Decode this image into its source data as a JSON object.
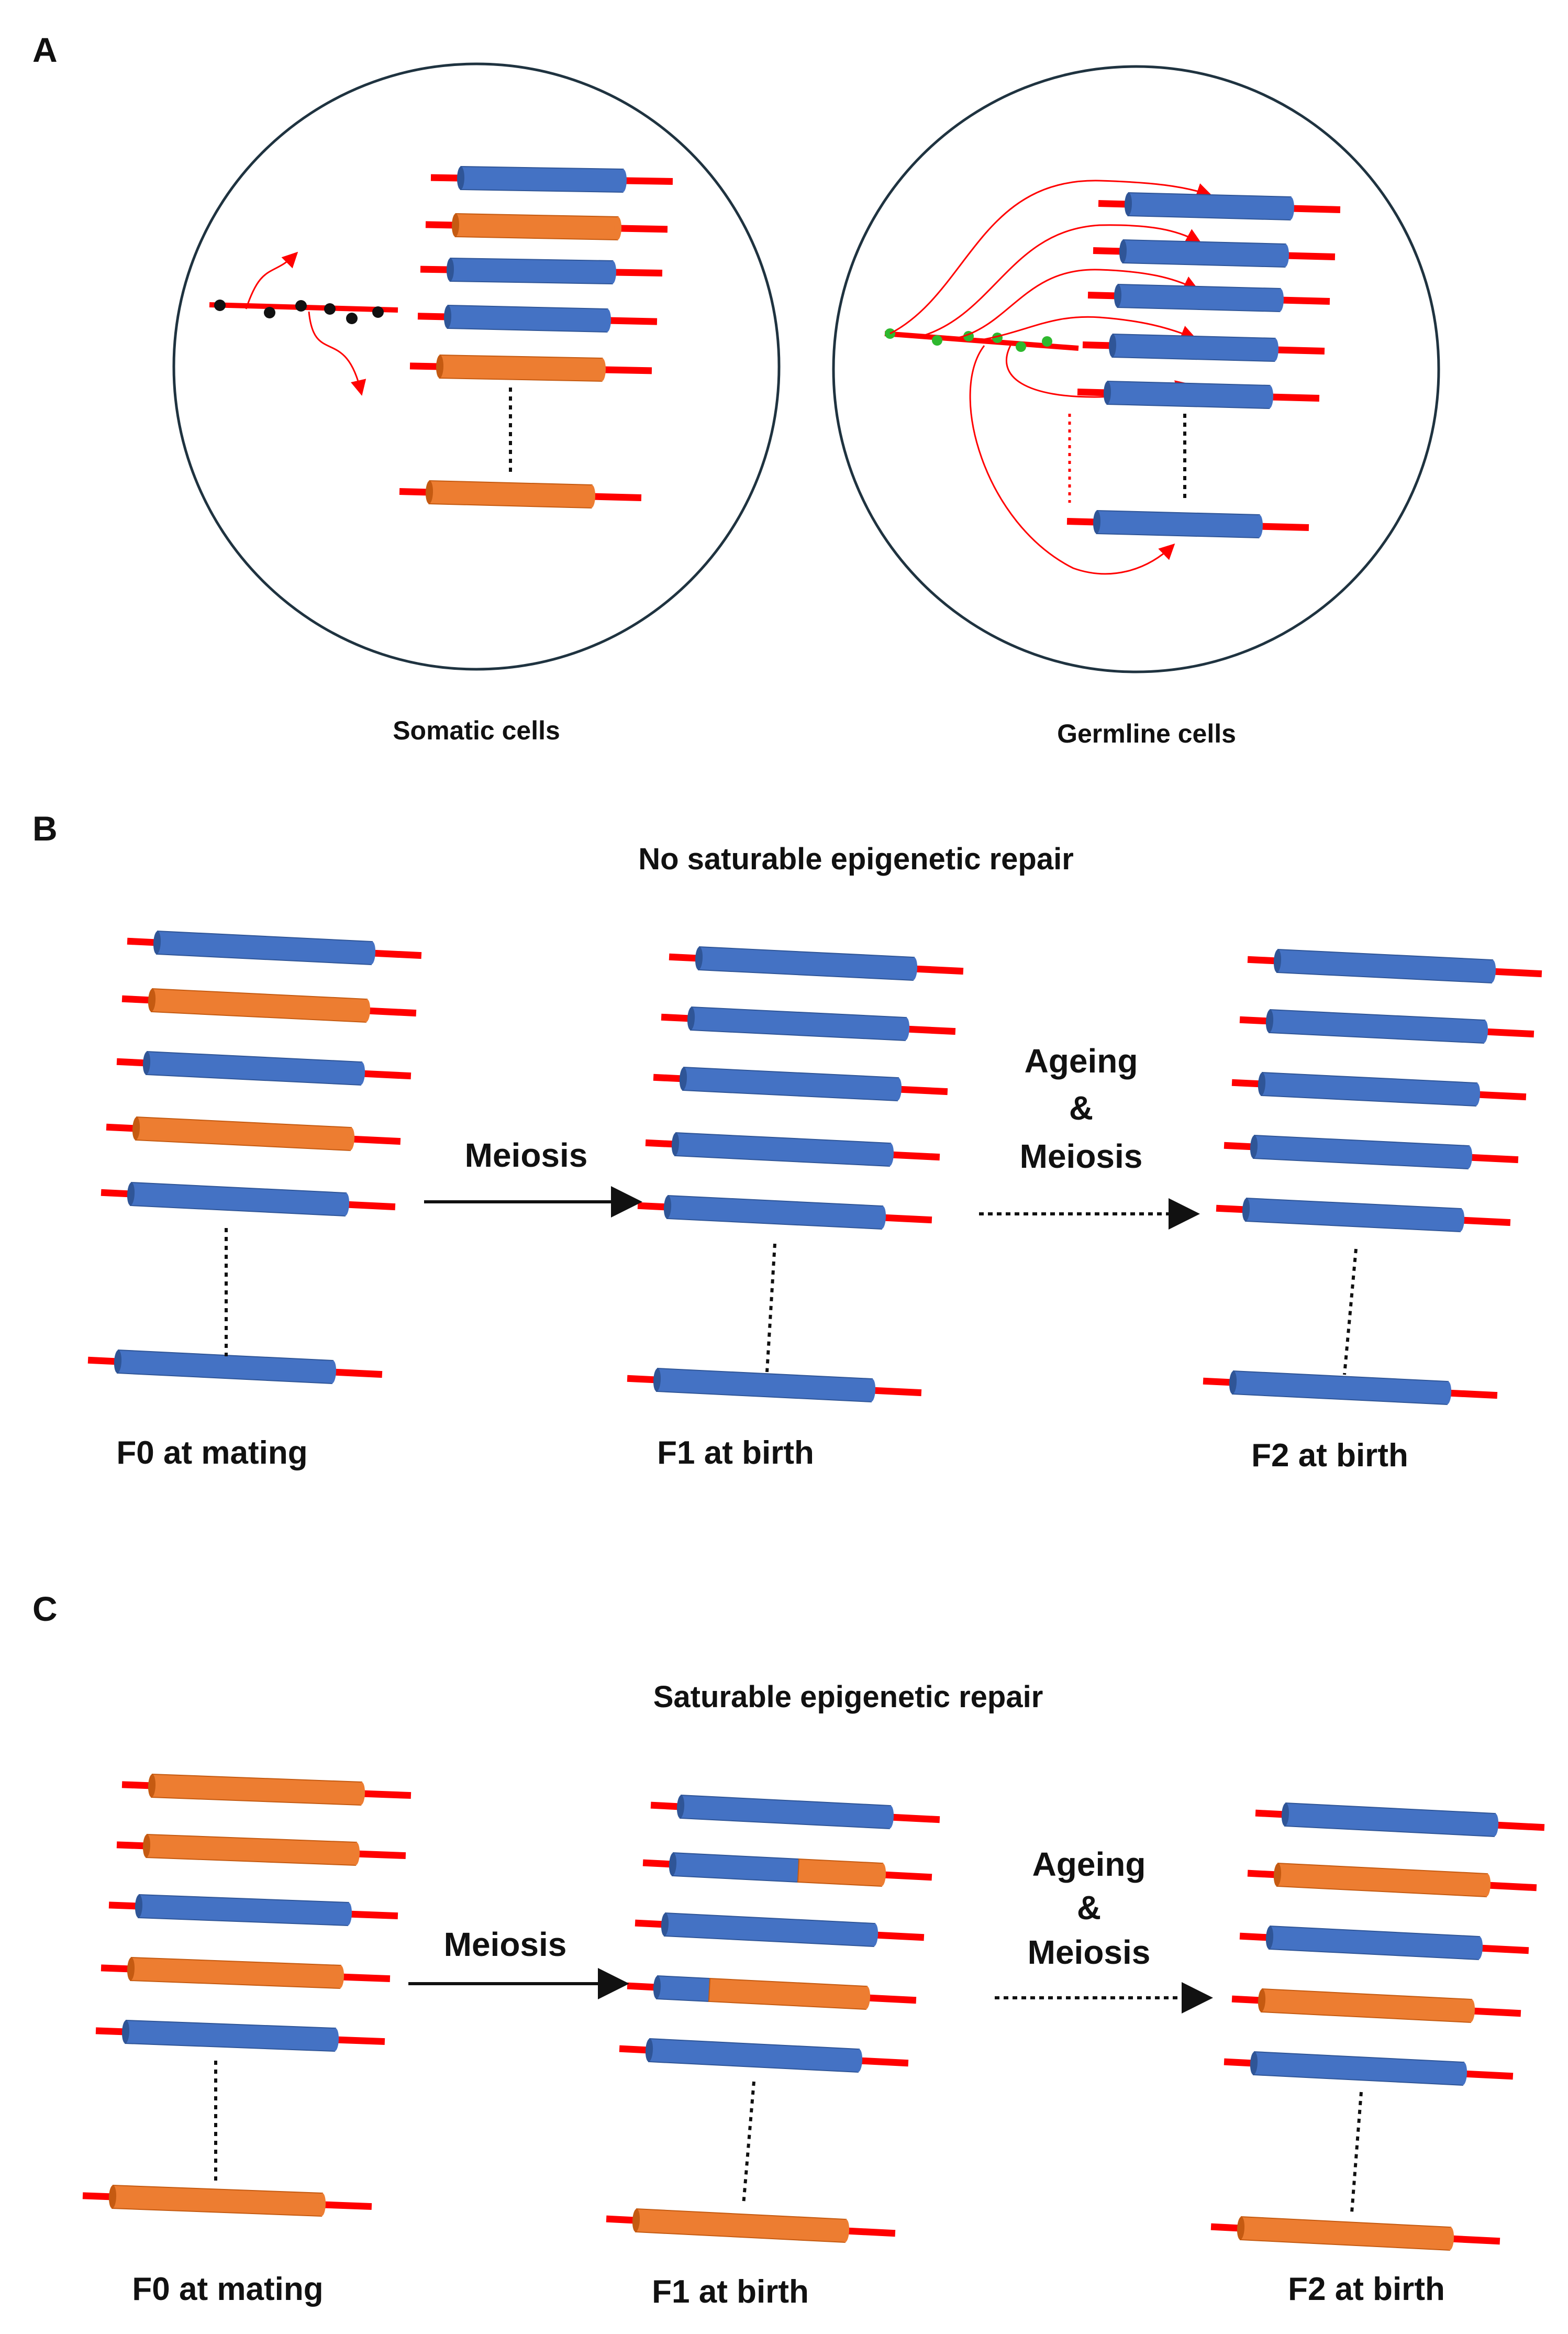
{
  "colors": {
    "blue": "#4472c4",
    "blue_edge": "#2f5597",
    "orange": "#ed7d31",
    "orange_edge": "#c55a11",
    "red": "#ff0000",
    "green": "#2eb82e",
    "dots": "#111111",
    "circle_outline": "#1f3340"
  },
  "panel_a": {
    "label": "A",
    "somatic_caption": "Somatic cells",
    "germline_caption": "Germline cells"
  },
  "panel_b": {
    "label": "B",
    "title": "No saturable epigenetic repair",
    "step1": "Meiosis",
    "step2_line1": "Ageing",
    "step2_line2": "&",
    "step2_line3": "Meiosis",
    "gen0": "F0 at mating",
    "gen1": "F1 at birth",
    "gen2": "F2 at birth"
  },
  "panel_c": {
    "label": "C",
    "title": "Saturable epigenetic repair",
    "step1": "Meiosis",
    "step2_line1": "Ageing",
    "step2_line2": "&",
    "step2_line3": "Meiosis",
    "gen0": "F0 at mating",
    "gen1": "F1 at birth",
    "gen2": "F2 at birth"
  }
}
